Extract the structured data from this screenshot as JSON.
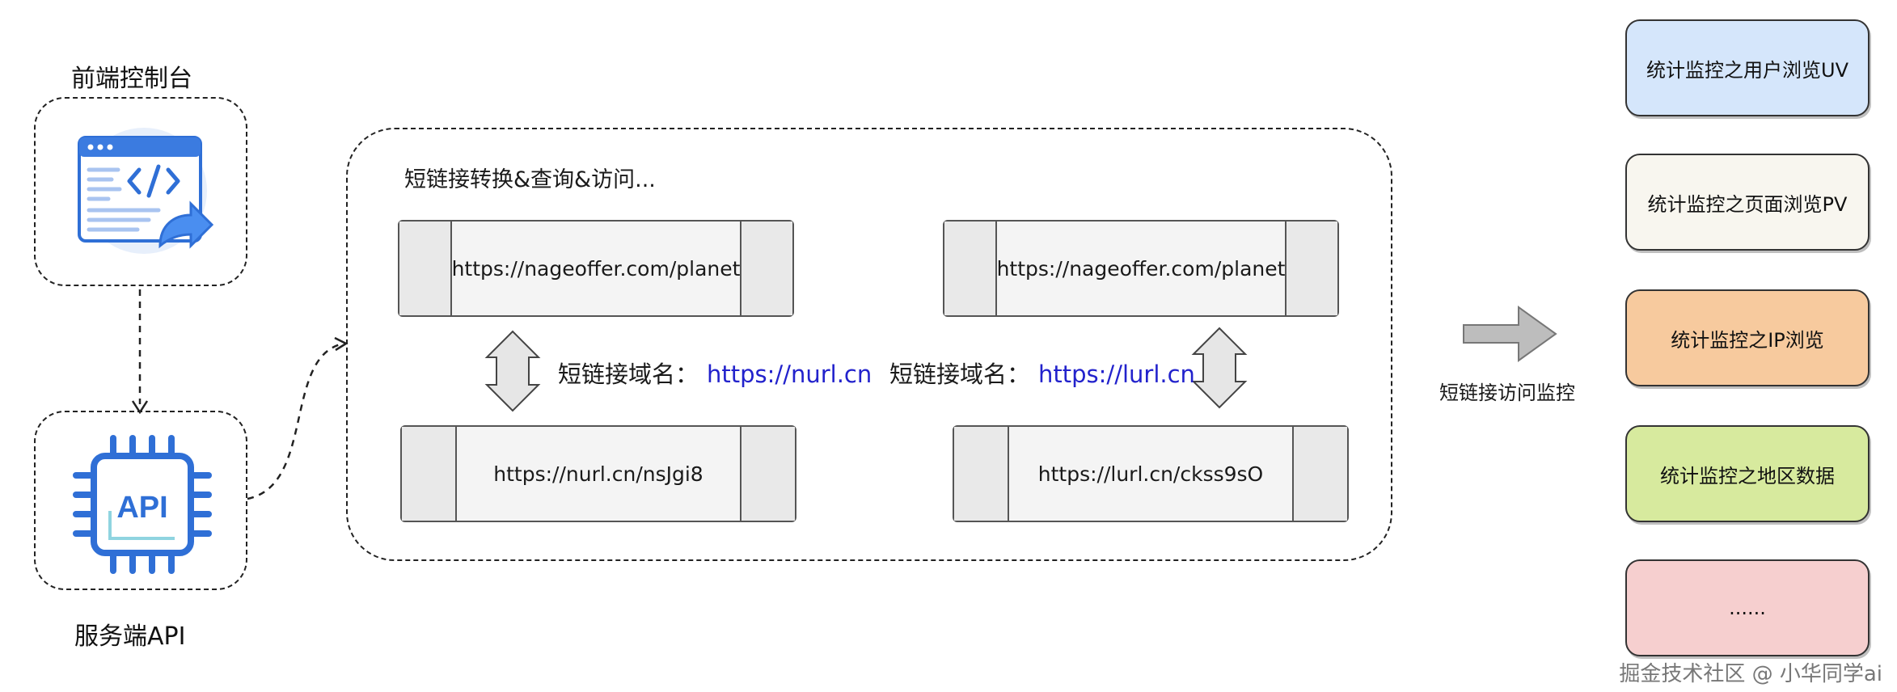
{
  "frontend": {
    "title": "前端控制台",
    "icon": "code-window-icon"
  },
  "backend": {
    "title": "服务端API",
    "chip_text": "API",
    "icon": "api-chip-icon"
  },
  "panel": {
    "title": "短链接转换&查询&访问...",
    "left": {
      "long_url": "https://nageoffer.com/planet",
      "domain_label": "短链接域名：",
      "domain_value": "https://nurl.cn",
      "short_url": "https://nurl.cn/nsJgi8"
    },
    "right": {
      "long_url": "https://nageoffer.com/planet",
      "domain_label": "短链接域名：",
      "domain_value": "https://lurl.cn",
      "short_url": "https://lurl.cn/ckss9sO"
    }
  },
  "monitor": {
    "arrow_label": "短链接访问监控",
    "items": [
      {
        "label": "统计监控之用户浏览UV",
        "color": "#d5e6fb"
      },
      {
        "label": "统计监控之页面浏览PV",
        "color": "#f8f6ef"
      },
      {
        "label": "统计监控之IP浏览",
        "color": "#f7ca9e"
      },
      {
        "label": "统计监控之地区数据",
        "color": "#d7ea9e"
      },
      {
        "label": "......",
        "color": "#f6cfcf"
      }
    ]
  },
  "watermark": "掘金技术社区 @ 小华同学ai"
}
